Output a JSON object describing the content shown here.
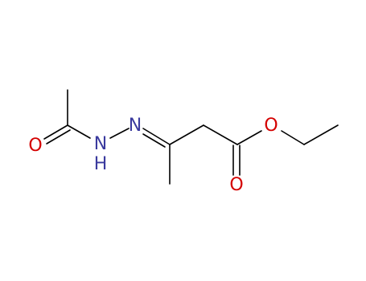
{
  "colors": {
    "bond": "#000000",
    "oxygen": "#d40000",
    "nitrogen": "#3a3a9e",
    "background": "#ffffff"
  },
  "atoms": {
    "o_carbonyl_left": "O",
    "n_amide": "N",
    "h_amide": "H",
    "n_imine": "N",
    "o_ester": "O",
    "o_carbonyl_right": "O"
  }
}
